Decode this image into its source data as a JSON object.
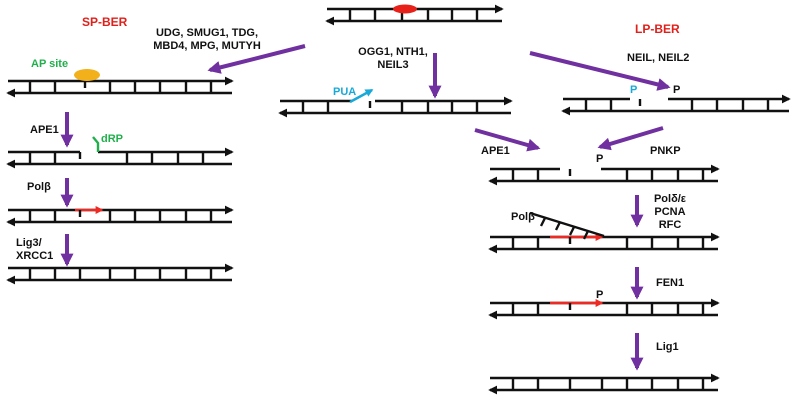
{
  "titles": {
    "sp_ber": "SP-BER",
    "lp_ber": "LP-BER"
  },
  "labels": {
    "sp_glycosylases_1": "UDG, SMUG1, TDG,",
    "sp_glycosylases_2": "MBD4, MPG, MUTYH",
    "bifunctional_1": "OGG1, NTH1,",
    "bifunctional_2": "NEIL3",
    "neil": "NEIL, NEIL2",
    "ap_site": "AP site",
    "pua": "PUA",
    "p_cyan": "P",
    "p_1": "P",
    "p_2": "P",
    "p_3": "P",
    "ape1_left": "APE1",
    "drp": "dRP",
    "polb_left": "Polβ",
    "lig3_1": "Lig3/",
    "lig3_2": "XRCC1",
    "ape1_right": "APE1",
    "pnkp": "PNKP",
    "pold_1": "Polδ/ε",
    "pold_2": "PCNA",
    "pold_3": "RFC",
    "polb_right": "Polβ",
    "fen1": "FEN1",
    "lig1": "Lig1"
  },
  "colors": {
    "strand": "#111111",
    "arrow": "#7030a0",
    "title": "#e0201b",
    "green": "#20b04b",
    "cyan": "#19a9d8",
    "red_lesion": "#e8201a",
    "orange_ap": "#f2b11a",
    "new_dna": "#ee2a24"
  }
}
